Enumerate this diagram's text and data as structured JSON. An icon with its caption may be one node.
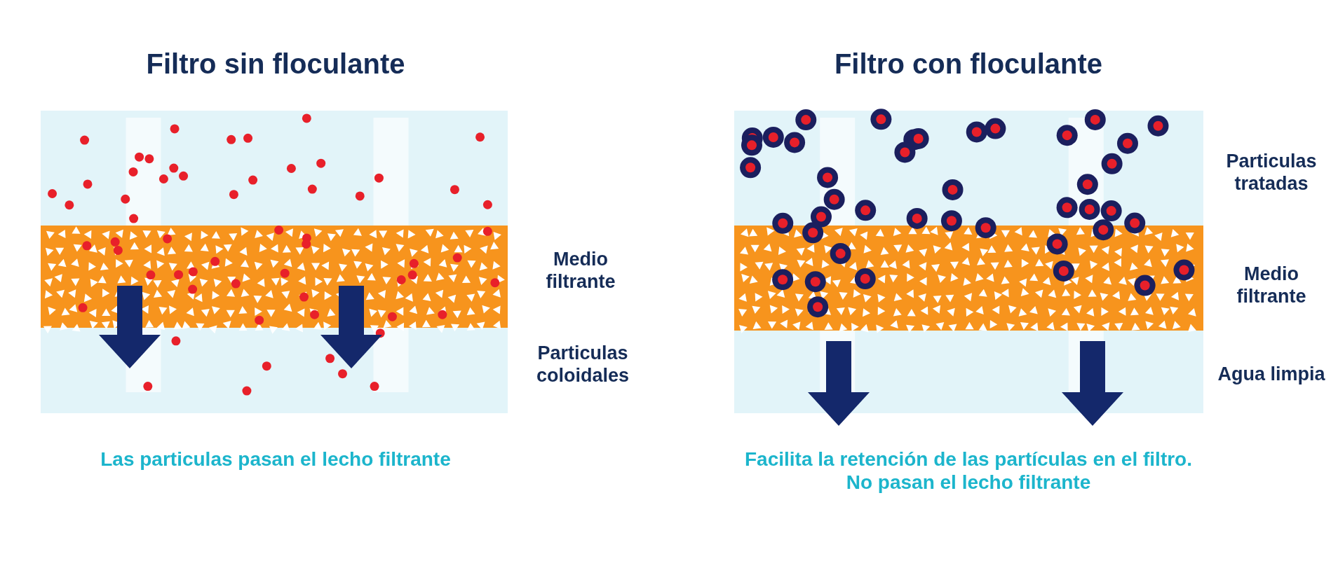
{
  "diagram": {
    "labels": [
      "Filtro sin floculante",
      "Filtro con floculante",
      "Particulas tratadas",
      "Medio filtrante",
      "Medio filtrante",
      "Particulas coloidales",
      "Agua limpia",
      "Las particulas pasan el lecho filtrante",
      "Facilita la retención de las partículas en el filtro. No pasan el lecho filtrante"
    ]
  }
}
